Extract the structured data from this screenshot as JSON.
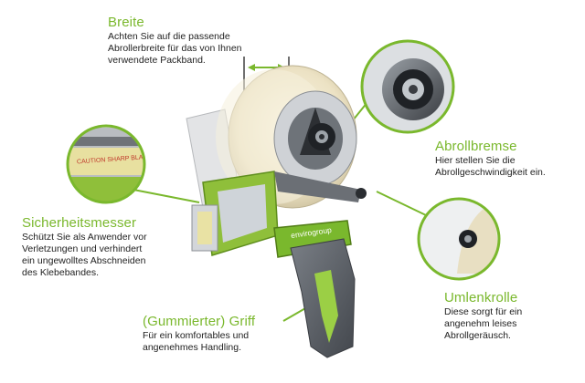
{
  "colors": {
    "accent": "#7ab82d",
    "text": "#222222",
    "grip": "#5a5f66",
    "tape": "#efe7cf"
  },
  "labels": {
    "breite": {
      "title": "Breite",
      "lines": [
        "Achten Sie auf die passende",
        "Abrollerbreite für das von Ihnen",
        "verwendete Packband."
      ]
    },
    "abrollbremse": {
      "title": "Abrollbremse",
      "lines": [
        "Hier stellen Sie die",
        "Abrollgeschwindigkeit ein."
      ]
    },
    "sicherheitsmesser": {
      "title": "Sicherheitsmesser",
      "lines": [
        "Schützt Sie als Anwender vor",
        "Verletzungen und verhindert",
        "ein ungewolltes Abschneiden",
        "des Klebebandes."
      ]
    },
    "griff": {
      "title": "(Gummierter) Griff",
      "lines": [
        "Für ein komfortables und",
        "angenehmes Handling."
      ]
    },
    "umlenkrolle": {
      "title": "Umlenkrolle",
      "lines": [
        "Diese sorgt für ein",
        "angenehm leises",
        "Abrollgeräusch."
      ]
    }
  },
  "product": {
    "brand": "enviro",
    "brand_suffix": "group",
    "blade_warning": "CAUTION SHARP BLADE"
  }
}
